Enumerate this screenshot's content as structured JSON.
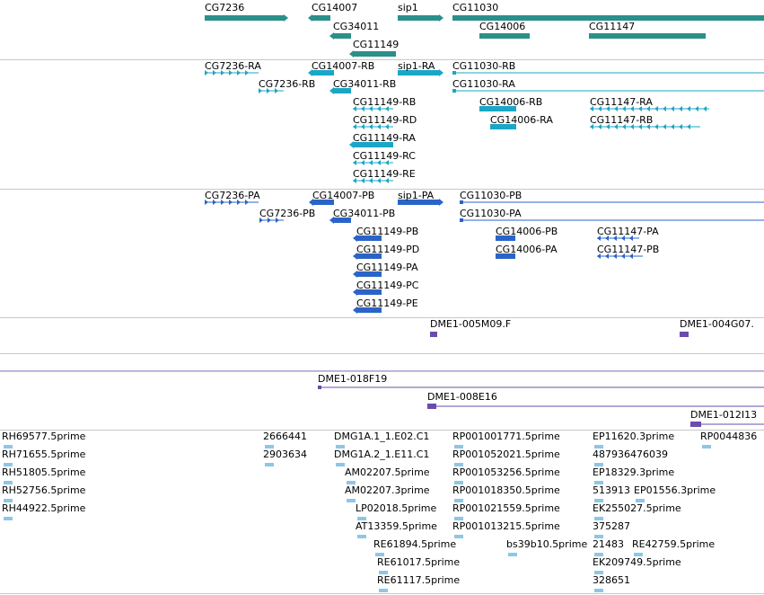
{
  "colors": {
    "gene": "#2b8f8a",
    "transcript_rna": "#1aa7c6",
    "transcript_protein": "#2a64c8",
    "clone": "#6a4cad",
    "bac": "#6a4cad",
    "est": "#8ec6e6",
    "divider": "#c8c8c8"
  },
  "tracks": {
    "genes": [
      "CG7236",
      "CG14007",
      "sip1",
      "CG11030",
      "CG34011",
      "CG14006",
      "CG11147",
      "CG11149"
    ],
    "transcripts_rna": [
      "CG7236-RA",
      "CG14007-RB",
      "sip1-RA",
      "CG11030-RB",
      "CG7236-RB",
      "CG34011-RB",
      "CG11030-RA",
      "CG11149-RB",
      "CG14006-RB",
      "CG11147-RA",
      "CG11149-RD",
      "CG14006-RA",
      "CG11147-RB",
      "CG11149-RA",
      "CG11149-RC",
      "CG11149-RE"
    ],
    "transcripts_protein": [
      "CG7236-PA",
      "CG14007-PB",
      "sip1-PA",
      "CG11030-PB",
      "CG7236-PB",
      "CG34011-PB",
      "CG11030-PA",
      "CG11149-PB",
      "CG14006-PB",
      "CG11147-PA",
      "CG11149-PD",
      "CG14006-PA",
      "CG11147-PB",
      "CG11149-PA",
      "CG11149-PC",
      "CG11149-PE"
    ],
    "clones": [
      "DME1-005M09.F",
      "DME1-004G07."
    ],
    "bacs": [
      "DME1-018F19",
      "DME1-008E16",
      "DME1-012I13"
    ],
    "ests": [
      "RH69577.5prime",
      "2666441",
      "DMG1A.1_1.E02.C1",
      "RP001001771.5prime",
      "EP11620.3prime",
      "RP0044836",
      "RH71655.5prime",
      "2903634",
      "DMG1A.2_1.E11.C1",
      "RP001052021.5prime",
      "487936476039",
      "RH51805.5prime",
      "AM02207.5prime",
      "RP001053256.5prime",
      "EP18329.3prime",
      "RH52756.5prime",
      "AM02207.3prime",
      "RP001018350.5prime",
      "513913",
      "EP01556.3prime",
      "RH44922.5prime",
      "LP02018.5prime",
      "RP001021559.5prime",
      "EK255027.5prime",
      "AT13359.5prime",
      "RP001013215.5prime",
      "375287",
      "RE61894.5prime",
      "bs39b10.5prime",
      "21483",
      "RE42759.5prime",
      "RE61017.5prime",
      "EK209749.5prime",
      "RE61117.5prime",
      "328651"
    ]
  }
}
